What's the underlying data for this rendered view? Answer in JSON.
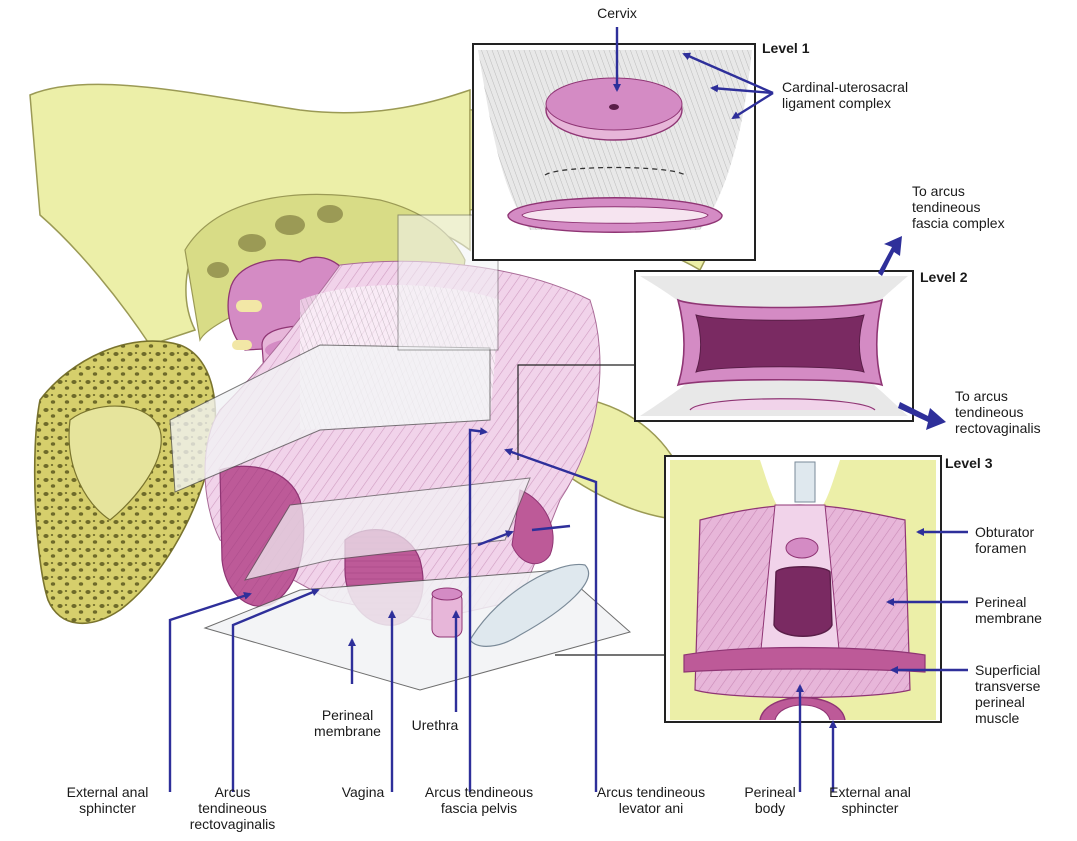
{
  "colors": {
    "bone": "#ecefa8",
    "bone_dark": "#d8dc86",
    "bone_edge": "#9b9a55",
    "tissue": "#e7b6d9",
    "tissue_light": "#f1d3ea",
    "muscle": "#bd5a98",
    "muscle_dark": "#8f3574",
    "arrow": "#2e2f9a",
    "plane": "#f2f3f5"
  },
  "levels": {
    "level1": "Level 1",
    "level2": "Level 2",
    "level3": "Level 3"
  },
  "labels": {
    "cervix": "Cervix",
    "cardinal": "Cardinal-uterosacral\nligament complex",
    "to_arcus_fascia": "To arcus\ntendineous\nfascia complex",
    "to_arcus_recto": "To arcus\ntendineous\nrectovaginalis",
    "obturator": "Obturator\nforamen",
    "perineal_membrane_r": "Perineal\nmembrane",
    "superficial": "Superficial\ntransverse\nperineal\nmuscle",
    "perineal_membrane_l": "Perineal\nmembrane",
    "urethra": "Urethra",
    "external_anal_l": "External anal\nsphincter",
    "arcus_rectovag": "Arcus\ntendineous\nrectovaginalis",
    "vagina": "Vagina",
    "arcus_fascia_pelvis": "Arcus tendineous\nfascia pelvis",
    "arcus_levator": "Arcus tendineous\nlevator ani",
    "perineal_body": "Perineal\nbody",
    "external_anal_r": "External anal\nsphincter"
  }
}
